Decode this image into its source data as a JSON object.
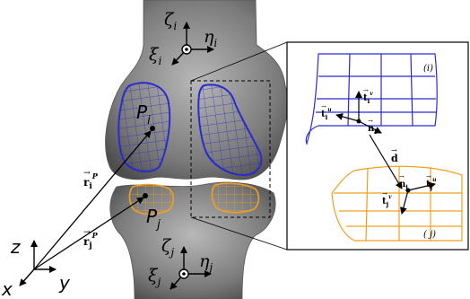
{
  "labels": {
    "zeta_i": "ζ",
    "zeta_i_sub": "i",
    "eta_i": "η",
    "eta_i_sub": "i",
    "xi_i": "ξ",
    "xi_i_sub": "i",
    "zeta_j": "ζ",
    "zeta_j_sub": "j",
    "eta_j": "η",
    "eta_j_sub": "j",
    "xi_j": "ξ",
    "xi_j_sub": "j",
    "P_i": "P",
    "P_i_sub": "i",
    "P_j": "P",
    "P_j_sub": "j",
    "r_i": "r",
    "r_i_sub": "i",
    "r_i_sup": "P",
    "r_j": "r",
    "r_j_sub": "j",
    "r_j_sup": "P",
    "axis_z": "z",
    "axis_x": "x",
    "axis_y": "y",
    "inset_i": "(i)",
    "inset_j": "( j)",
    "d": "d",
    "t_u_i": "t",
    "t_u_i_sub": "i",
    "t_u_i_sup": "u",
    "t_v_i": "t",
    "t_v_i_sub": "i",
    "t_v_i_sup": "v",
    "n_i": "n",
    "n_i_sub": "i",
    "n_j": "n",
    "n_j_sub": "j",
    "t_u_j": "t",
    "t_u_j_sub": "j",
    "t_u_j_sup": "u",
    "t_v_j": "t",
    "t_v_j_sub": "j",
    "t_v_j_sup": "v",
    "arrow_mark": "→"
  },
  "colors": {
    "bone": "#8a8a8a",
    "surface_i": "#2a2ad0",
    "surface_j": "#f0a020",
    "background": "#ffffff"
  }
}
